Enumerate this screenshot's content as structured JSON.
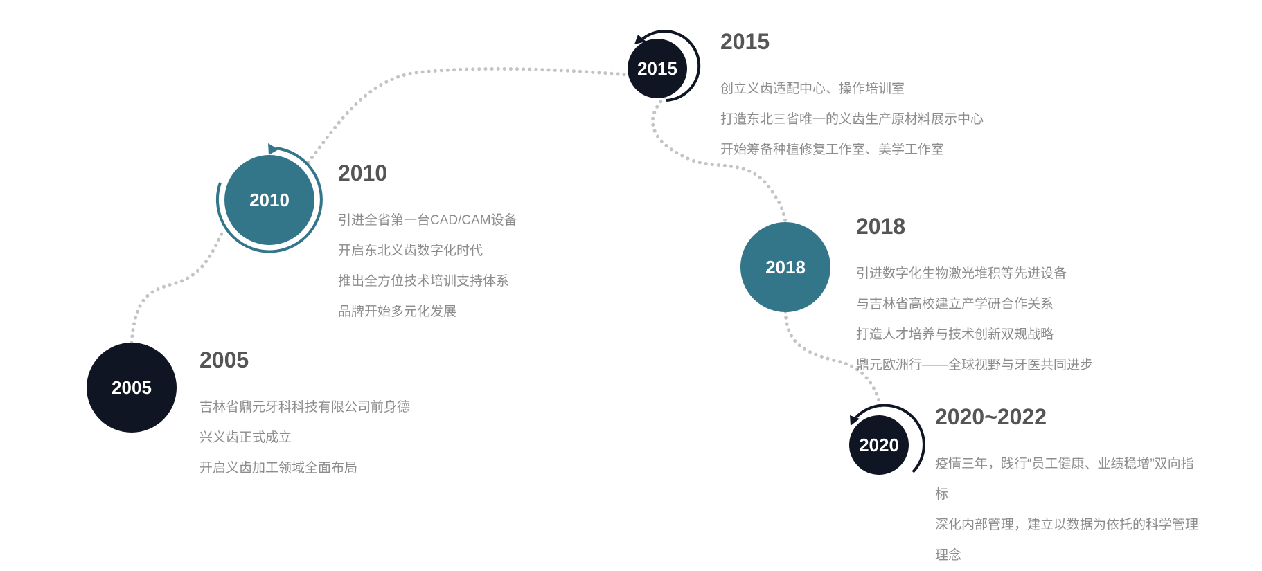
{
  "colors": {
    "dark": "#0f1522",
    "teal": "#33768a",
    "path": "#c4c4c4",
    "heading": "#555555",
    "body_text": "#8c8c8c"
  },
  "milestones": [
    {
      "key": "2005",
      "circle_label": "2005",
      "heading": "2005",
      "color": "dark",
      "lines": [
        "吉林省鼎元牙科科技有限公司前身德",
        "兴义齿正式成立",
        "开启义齿加工领域全面布局"
      ]
    },
    {
      "key": "2010",
      "circle_label": "2010",
      "heading": "2010",
      "color": "teal",
      "lines": [
        "引进全省第一台CAD/CAM设备",
        "开启东北义齿数字化时代",
        "推出全方位技术培训支持体系",
        "品牌开始多元化发展"
      ]
    },
    {
      "key": "2015",
      "circle_label": "2015",
      "heading": "2015",
      "color": "dark",
      "lines": [
        "创立义齿适配中心、操作培训室",
        "打造东北三省唯一的义齿生产原材料展示中心",
        "开始筹备种植修复工作室、美学工作室"
      ]
    },
    {
      "key": "2018",
      "circle_label": "2018",
      "heading": "2018",
      "color": "teal",
      "lines": [
        "引进数字化生物激光堆积等先进设备",
        "与吉林省高校建立产学研合作关系",
        "打造人才培养与技术创新双规战略",
        "鼎元欧洲行——全球视野与牙医共同进步"
      ]
    },
    {
      "key": "2020",
      "circle_label": "2020",
      "heading": "2020~2022",
      "color": "dark",
      "lines": [
        "疫情三年，践行“员工健康、业绩稳增”双向指标",
        "深化内部管理，建立以数据为依托的科学管理理念"
      ]
    }
  ]
}
